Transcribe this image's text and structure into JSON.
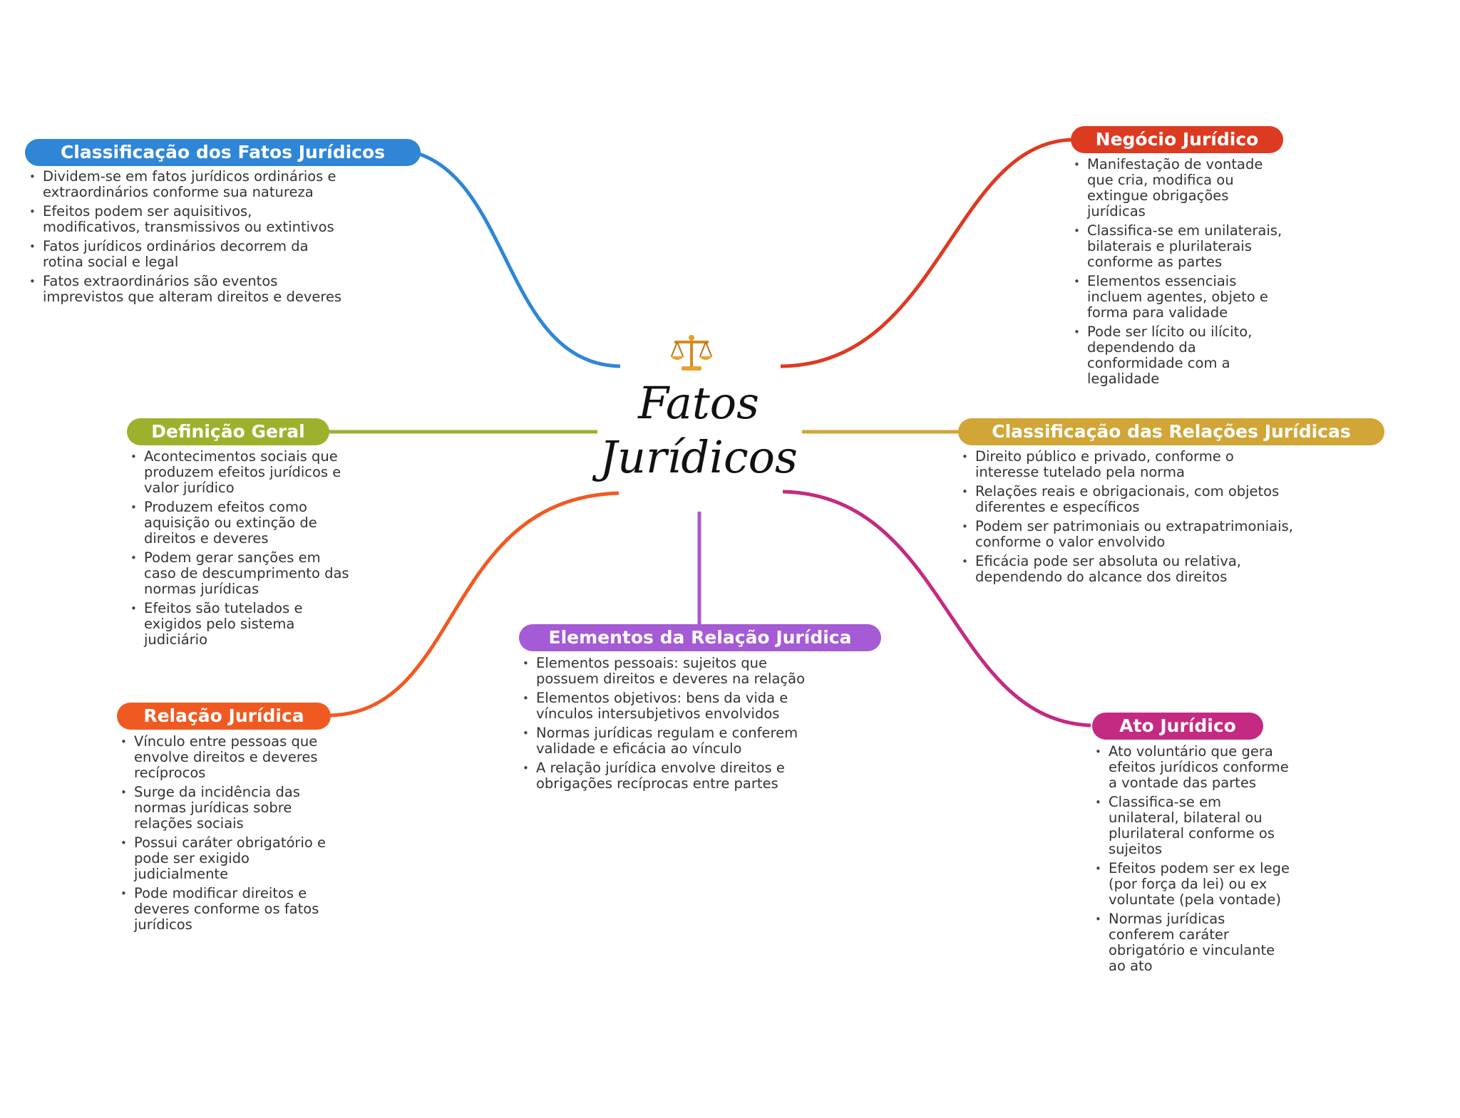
{
  "center": {
    "title_line1": "Fatos",
    "title_line2": "Jurídicos",
    "icon": "balance-scale-icon"
  },
  "colors": {
    "classificacao_fatos": "#2f86d6",
    "negocio": "#dd3a22",
    "definicao": "#9fb02c",
    "classificacao_relacoes": "#d1a536",
    "relacao": "#f05a22",
    "elementos": "#a55ad6",
    "ato": "#c42a82"
  },
  "branches": {
    "classificacao_fatos": {
      "title": "Classificação dos Fatos Jurídicos",
      "items": [
        "Dividem-se em fatos jurídicos ordinários e extraordinários conforme sua natureza",
        "Efeitos podem ser aquisitivos, modificativos, transmissivos ou extintivos",
        "Fatos jurídicos ordinários decorrem da rotina social e legal",
        "Fatos extraordinários são eventos imprevistos que alteram direitos e deveres"
      ]
    },
    "negocio": {
      "title": "Negócio Jurídico",
      "items": [
        "Manifestação de vontade que cria, modifica ou extingue obrigações jurídicas",
        "Classifica-se em unilaterais, bilaterais e plurilaterais conforme as partes",
        "Elementos essenciais incluem agentes, objeto e forma para validade",
        "Pode ser lícito ou ilícito, dependendo da conformidade com a legalidade"
      ]
    },
    "definicao": {
      "title": "Definição Geral",
      "items": [
        "Acontecimentos sociais que produzem efeitos jurídicos e valor jurídico",
        "Produzem efeitos como aquisição ou extinção de direitos e deveres",
        "Podem gerar sanções em caso de descumprimento das normas jurídicas",
        "Efeitos são tutelados e exigidos pelo sistema judiciário"
      ]
    },
    "classificacao_relacoes": {
      "title": "Classificação das Relações Jurídicas",
      "items": [
        "Direito público e privado, conforme o interesse tutelado pela norma",
        "Relações reais e obrigacionais, com objetos diferentes e específicos",
        "Podem ser patrimoniais ou extrapatrimoniais, conforme o valor envolvido",
        "Eficácia pode ser absoluta ou relativa, dependendo do alcance dos direitos"
      ]
    },
    "relacao": {
      "title": "Relação Jurídica",
      "items": [
        "Vínculo entre pessoas que envolve direitos e deveres recíprocos",
        "Surge da incidência das normas jurídicas sobre relações sociais",
        "Possui caráter obrigatório e pode ser exigido judicialmente",
        "Pode modificar direitos e deveres conforme os fatos jurídicos"
      ]
    },
    "elementos": {
      "title": "Elementos da Relação Jurídica",
      "items": [
        "Elementos pessoais: sujeitos que possuem direitos e deveres na relação",
        "Elementos objetivos: bens da vida e vínculos intersubjetivos envolvidos",
        "Normas jurídicas regulam e conferem validade e eficácia ao vínculo",
        "A relação jurídica envolve direitos e obrigações recíprocas entre partes"
      ]
    },
    "ato": {
      "title": "Ato Jurídico",
      "items": [
        "Ato voluntário que gera efeitos jurídicos conforme a vontade das partes",
        "Classifica-se em unilateral, bilateral ou plurilateral conforme os sujeitos",
        "Efeitos podem ser ex lege (por força da lei) ou ex voluntate (pela vontade)",
        "Normas jurídicas conferem caráter obrigatório e vinculante ao ato"
      ]
    }
  }
}
